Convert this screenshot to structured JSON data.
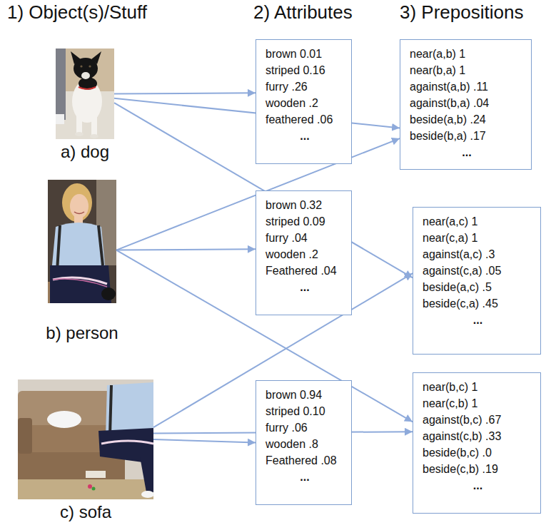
{
  "diagram": {
    "nodes": [
      {
        "text": [
          "a) dog"
        ]
      },
      {
        "text": [
          "brown 0.01",
          "striped 0.16",
          "furry .26",
          "wooden .2",
          "feathered .06",
          "..."
        ]
      },
      {
        "text": [
          "near(a,b) 1",
          "near(b,a) 1",
          "against(a,b) .11",
          "against(b,a) .04",
          "beside(a,b) .24",
          "beside(b,a) .17",
          "..."
        ]
      },
      {
        "text": [
          "b) person"
        ]
      },
      {
        "text": [
          "brown 0.32",
          "striped 0.09",
          "furry .04",
          "wooden .2",
          "Feathered .04",
          "..."
        ]
      },
      {
        "text": [
          "near(a,c) 1",
          "near(c,a) 1",
          "against(a,c) .3",
          "against(c,a) .05",
          "beside(a,c) .5",
          "beside(c,a) .45",
          "..."
        ]
      },
      {
        "text": [
          "c) sofa"
        ]
      },
      {
        "text": [
          "brown 0.94",
          "striped 0.10",
          "furry .06",
          "wooden .8",
          "Feathered .08",
          "..."
        ]
      },
      {
        "text": [
          "near(b,c) 1",
          "near(c,b) 1",
          "against(b,c) .67",
          "against(c,b) .33",
          "beside(b,c) .0",
          "beside(c,b) .19",
          "..."
        ]
      }
    ],
    "edges": [
      {
        "from": 0,
        "to": 1,
        "arrow": "to"
      },
      {
        "from": 0,
        "to": 2,
        "arrow": "to"
      },
      {
        "from": 0,
        "to": 5,
        "arrow": "to"
      },
      {
        "from": 3,
        "to": 4,
        "arrow": "to"
      },
      {
        "from": 3,
        "to": 2,
        "arrow": "to"
      },
      {
        "from": 3,
        "to": 8,
        "arrow": "to"
      },
      {
        "from": 6,
        "to": 7,
        "arrow": "to"
      },
      {
        "from": 6,
        "to": 5,
        "arrow": "to"
      },
      {
        "from": 6,
        "to": 8,
        "arrow": "to"
      }
    ],
    "labels": [
      "1) Object(s)/Stuff",
      "2) Attributes",
      "3) Prepositions"
    ]
  }
}
